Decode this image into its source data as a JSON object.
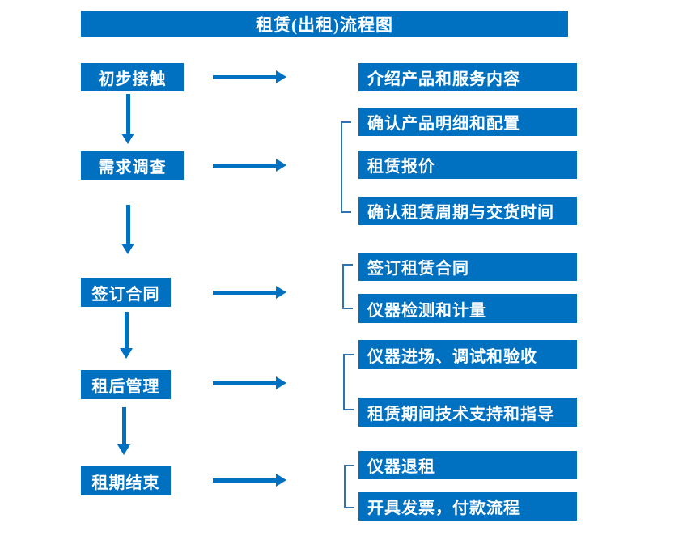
{
  "title": "租赁(出租)流程图",
  "colors": {
    "primary": "#0070C0",
    "bracket_line": "#2E74B5",
    "text_on_blue": "#FFFFFF",
    "background": "#FFFFFF"
  },
  "left_steps": [
    "初步接触",
    "需求调查",
    "签订合同",
    "租后管理",
    "租期结束"
  ],
  "right_steps": [
    "介绍产品和服务内容",
    "确认产品明细和配置",
    "租赁报价",
    "确认租赁周期与交货时间",
    "签订租赁合同",
    "仪器检测和计量",
    "仪器进场、调试和验收",
    "租赁期间技术支持和指导",
    "仪器退租",
    "开具发票，付款流程"
  ]
}
